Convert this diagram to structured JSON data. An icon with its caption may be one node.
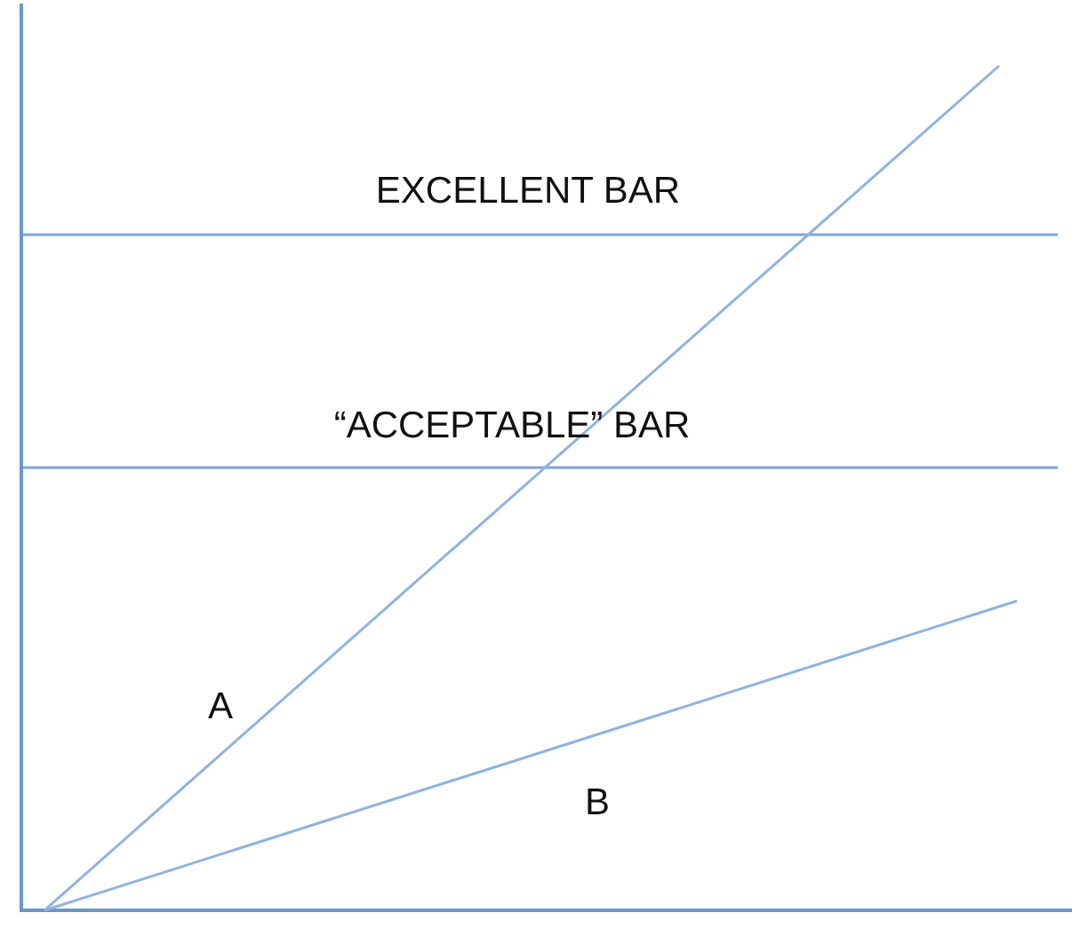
{
  "diagram": {
    "labels": [
      "EXCELLENT BAR",
      "“ACCEPTABLE” BAR",
      "A",
      "B"
    ]
  }
}
